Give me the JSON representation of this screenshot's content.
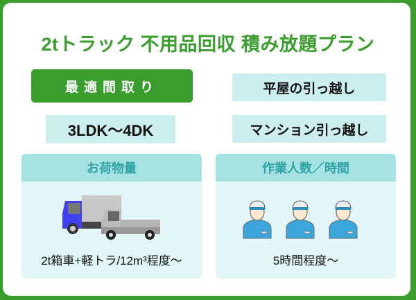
{
  "title": "2tトラック 不用品回収 積み放題プラン",
  "layout_button": "最適間取り",
  "tags": {
    "hiraya": "平屋の引っ越し",
    "layout": "3LDK〜4DK",
    "mansion": "マンション引っ越し"
  },
  "cards": [
    {
      "header": "お荷物量",
      "text": "2t箱車+軽トラ/12m³程度〜",
      "icon": "truck-icon"
    },
    {
      "header": "作業人数／時間",
      "text": "5時間程度〜",
      "icon": "workers-icon"
    }
  ],
  "colors": {
    "brand_green": "#3a9e2e",
    "tag_bg": "#cdeeee",
    "card_header": "#a6e2e2",
    "card_bg": "#e3f6f7"
  }
}
